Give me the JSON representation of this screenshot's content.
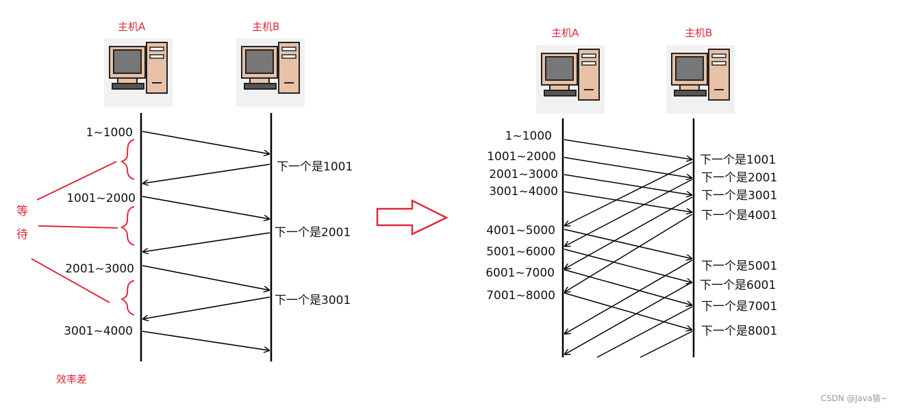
{
  "left_panel": {
    "host_a": "主机A",
    "host_b": "主机B",
    "sends": [
      "1~1000",
      "1001~2000",
      "2001~3000",
      "3001~4000"
    ],
    "acks": [
      "下一个是1001",
      "下一个是2001",
      "下一个是3001"
    ],
    "wait_label": [
      "等",
      "待"
    ],
    "note": "效率差"
  },
  "right_panel": {
    "host_a": "主机A",
    "host_b": "主机B",
    "sends": [
      "1~1000",
      "1001~2000",
      "2001~3000",
      "3001~4000",
      "4001~5000",
      "5001~6000",
      "6001~7000",
      "7001~8000"
    ],
    "acks": [
      "下一个是1001",
      "下一个是2001",
      "下一个是3001",
      "下一个是4001",
      "下一个是5001",
      "下一个是6001",
      "下一个是7001",
      "下一个是8001"
    ]
  },
  "watermark": "CSDN @Java猿~",
  "colors": {
    "annotation": "#e0283a",
    "line": "#000000",
    "computer_body": "#e8c1a6",
    "screen": "#777777"
  },
  "icons": [
    "computer-icon",
    "arrow-right-outline-icon"
  ]
}
